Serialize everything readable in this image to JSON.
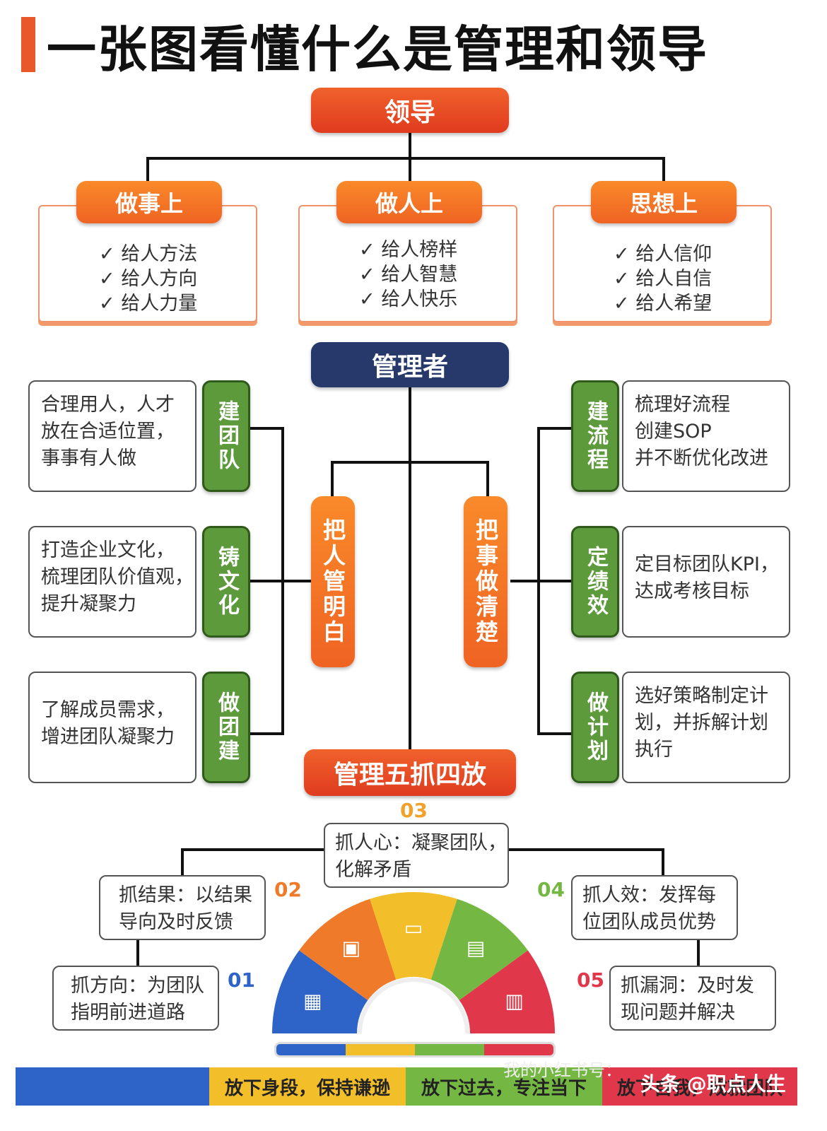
{
  "title": "一张图看懂什么是管理和领导",
  "leader": {
    "label": "领导",
    "groups": [
      {
        "label": "做事上",
        "items": [
          "给人方法",
          "给人方向",
          "给人力量"
        ]
      },
      {
        "label": "做人上",
        "items": [
          "给人榜样",
          "给人智慧",
          "给人快乐"
        ]
      },
      {
        "label": "思想上",
        "items": [
          "给人信仰",
          "给人自信",
          "给人希望"
        ]
      }
    ]
  },
  "manager": {
    "label": "管理者",
    "people": {
      "label": "把人管明白"
    },
    "things": {
      "label": "把事做清楚"
    },
    "left": [
      {
        "tag": "建团队",
        "lines": [
          "合理用人，人才",
          "放在合适位置，",
          "事事有人做"
        ]
      },
      {
        "tag": "铸文化",
        "lines": [
          "打造企业文化，",
          "梳理团队价值观，",
          "提升凝聚力"
        ]
      },
      {
        "tag": "做团建",
        "lines": [
          "了解成员需求，",
          "增进团队凝聚力"
        ]
      }
    ],
    "right": [
      {
        "tag": "建流程",
        "lines": [
          "梳理好流程",
          "创建SOP",
          "并不断优化改进"
        ]
      },
      {
        "tag": "定绩效",
        "lines": [
          "定目标团队KPI，",
          "达成考核目标"
        ]
      },
      {
        "tag": "做计划",
        "lines": [
          "选好策略制定计",
          "划，并拆解计划",
          "执行"
        ]
      }
    ]
  },
  "five_four": {
    "label": "管理五抓四放",
    "items": [
      {
        "num": "01",
        "lines": [
          "抓方向：为团队",
          "指明前进道路"
        ]
      },
      {
        "num": "02",
        "lines": [
          "抓结果：以结果",
          "导向及时反馈"
        ]
      },
      {
        "num": "03",
        "lines": [
          "抓人心：凝聚团队，",
          "化解矛盾"
        ]
      },
      {
        "num": "04",
        "lines": [
          "抓人效：发挥每",
          "位团队成员优势"
        ]
      },
      {
        "num": "05",
        "lines": [
          "抓漏洞：及时发",
          "现问题并解决"
        ]
      }
    ],
    "colors": [
      "#2e63c8",
      "#ef7a2a",
      "#f2be2a",
      "#74b843",
      "#e0384a"
    ],
    "icons": [
      "grid-icon",
      "contact-card-icon",
      "monitor-chart-icon",
      "folder-icon",
      "building-icon"
    ],
    "bottom": [
      "",
      "放下身段，保持谦逊",
      "放下过去，专注当下",
      "放下自我，成就团队"
    ]
  },
  "watermark": {
    "left": "我的小红书号：",
    "right": "头条 @职点人生"
  }
}
